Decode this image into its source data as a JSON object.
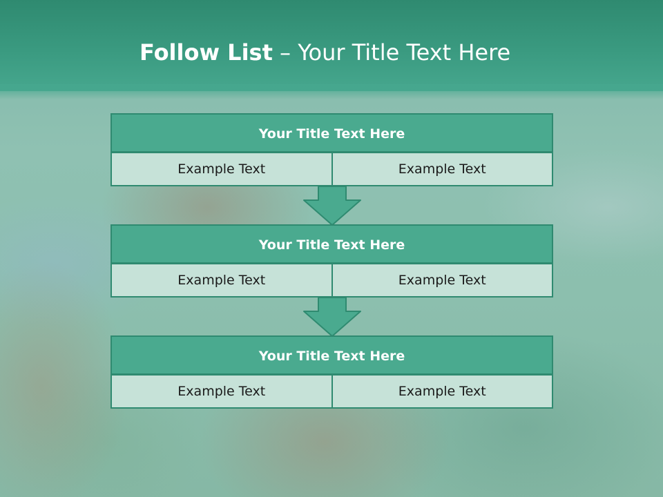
{
  "title": {
    "bold": "Follow List",
    "rest": " – Your Title Text Here"
  },
  "blocks": [
    {
      "title": "Your Title Text Here",
      "left": "Example Text",
      "right": "Example Text"
    },
    {
      "title": "Your Title Text Here",
      "left": "Example Text",
      "right": "Example Text"
    },
    {
      "title": "Your Title Text Here",
      "left": "Example Text",
      "right": "Example Text"
    }
  ],
  "colors": {
    "accent": "#4aaa8f",
    "border": "#2f8a70",
    "cell": "#c6e2d8"
  },
  "icons": [
    "down-arrow-icon",
    "down-arrow-icon"
  ]
}
